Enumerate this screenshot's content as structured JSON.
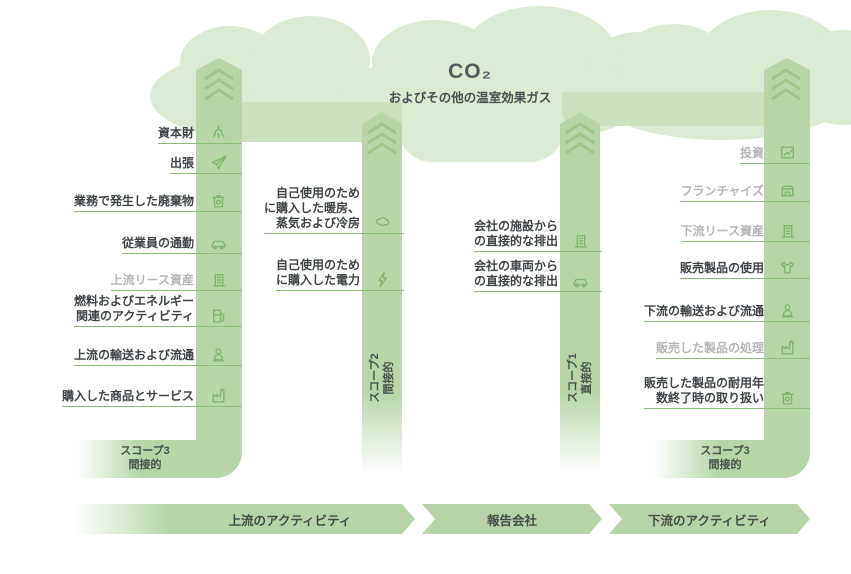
{
  "title": {
    "main": "CO₂",
    "sub": "およびその他の温室効果ガス"
  },
  "colors": {
    "cloud": "#dbead2",
    "pillar": "#b6d6a8",
    "axis_band": "#b5d5a8",
    "icon_green": "#7eb46c",
    "underline_green": "#8bbf79",
    "text_dark": "#3f4447",
    "text_muted": "#b4b6b4"
  },
  "columns": {
    "scope3_upstream": {
      "scope_label": "スコープ3\n間接的",
      "items": [
        {
          "label": "資本財",
          "icon": "crane-icon",
          "muted": false
        },
        {
          "label": "出張",
          "icon": "airplane-icon",
          "muted": false
        },
        {
          "label": "業務で発生した廃棄物",
          "icon": "trash-icon",
          "muted": false
        },
        {
          "label": "従業員の通勤",
          "icon": "car-icon",
          "muted": false
        },
        {
          "label": "上流リース資産",
          "icon": "building-icon",
          "muted": true
        },
        {
          "label": "燃料およびエネルギー\n関連のアクティビティ",
          "icon": "fuel-icon",
          "muted": false
        },
        {
          "label": "上流の輸送および流通",
          "icon": "delivery-icon",
          "muted": false
        },
        {
          "label": "購入した商品とサービス",
          "icon": "factory-icon",
          "muted": false
        }
      ]
    },
    "scope2": {
      "scope_label": "スコープ2\n間接的",
      "items": [
        {
          "label": "自己使用のため\nに購入した暖房、\n蒸気および冷房",
          "icon": "steam-icon",
          "muted": false
        },
        {
          "label": "自己使用のため\nに購入した電力",
          "icon": "bolt-icon",
          "muted": false
        }
      ]
    },
    "scope1": {
      "scope_label": "スコープ1\n直接的",
      "items": [
        {
          "label": "会社の施設から\nの直接的な排出",
          "icon": "building-icon",
          "muted": false
        },
        {
          "label": "会社の車両から\nの直接的な排出",
          "icon": "car-icon",
          "muted": false
        }
      ]
    },
    "scope3_downstream": {
      "scope_label": "スコープ3\n間接的",
      "items": [
        {
          "label": "投資",
          "icon": "chart-icon",
          "muted": true
        },
        {
          "label": "フランチャイズ",
          "icon": "store-icon",
          "muted": true
        },
        {
          "label": "下流リース資産",
          "icon": "building-icon",
          "muted": true
        },
        {
          "label": "販売製品の使用",
          "icon": "tshirt-icon",
          "muted": false
        },
        {
          "label": "下流の輸送および流通",
          "icon": "delivery-icon",
          "muted": false
        },
        {
          "label": "販売した製品の処理",
          "icon": "factory-icon",
          "muted": true
        },
        {
          "label": "販売した製品の耐用年\n数終了時の取り扱い",
          "icon": "trash-icon",
          "muted": false
        }
      ]
    }
  },
  "bottom_axis": {
    "segments": [
      "上流のアクティビティ",
      "報告会社",
      "下流のアクティビティ"
    ]
  }
}
